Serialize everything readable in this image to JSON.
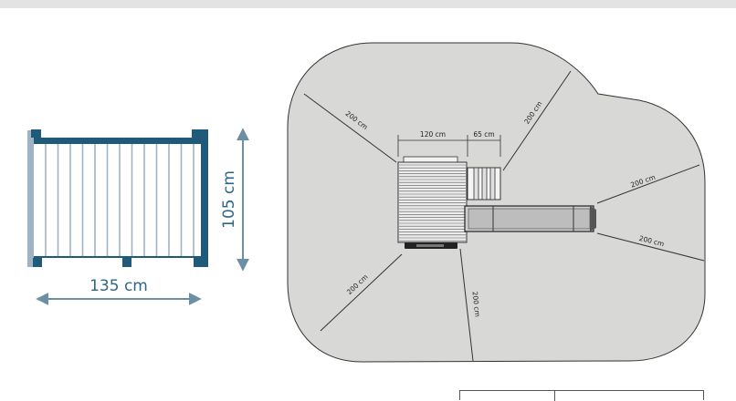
{
  "side_view": {
    "width_label": "135 cm",
    "height_label": "105 cm"
  },
  "plan_view": {
    "tower_width_label": "120 cm",
    "ladder_width_label": "65 cm",
    "clearances": [
      {
        "id": "top-left",
        "label": "200 cm"
      },
      {
        "id": "top-right",
        "label": "200 cm"
      },
      {
        "id": "right-upper",
        "label": "200 cm"
      },
      {
        "id": "right-lower",
        "label": "200 cm"
      },
      {
        "id": "bottom-left",
        "label": "200 cm"
      },
      {
        "id": "bottom",
        "label": "200 cm"
      }
    ]
  },
  "colors": {
    "frame_dark": "#1f5a7a",
    "frame_light": "#9fb3c2",
    "dimension_arrow": "#6d8fa3",
    "safety_zone": "#d8d8d6",
    "outline": "#333333"
  }
}
